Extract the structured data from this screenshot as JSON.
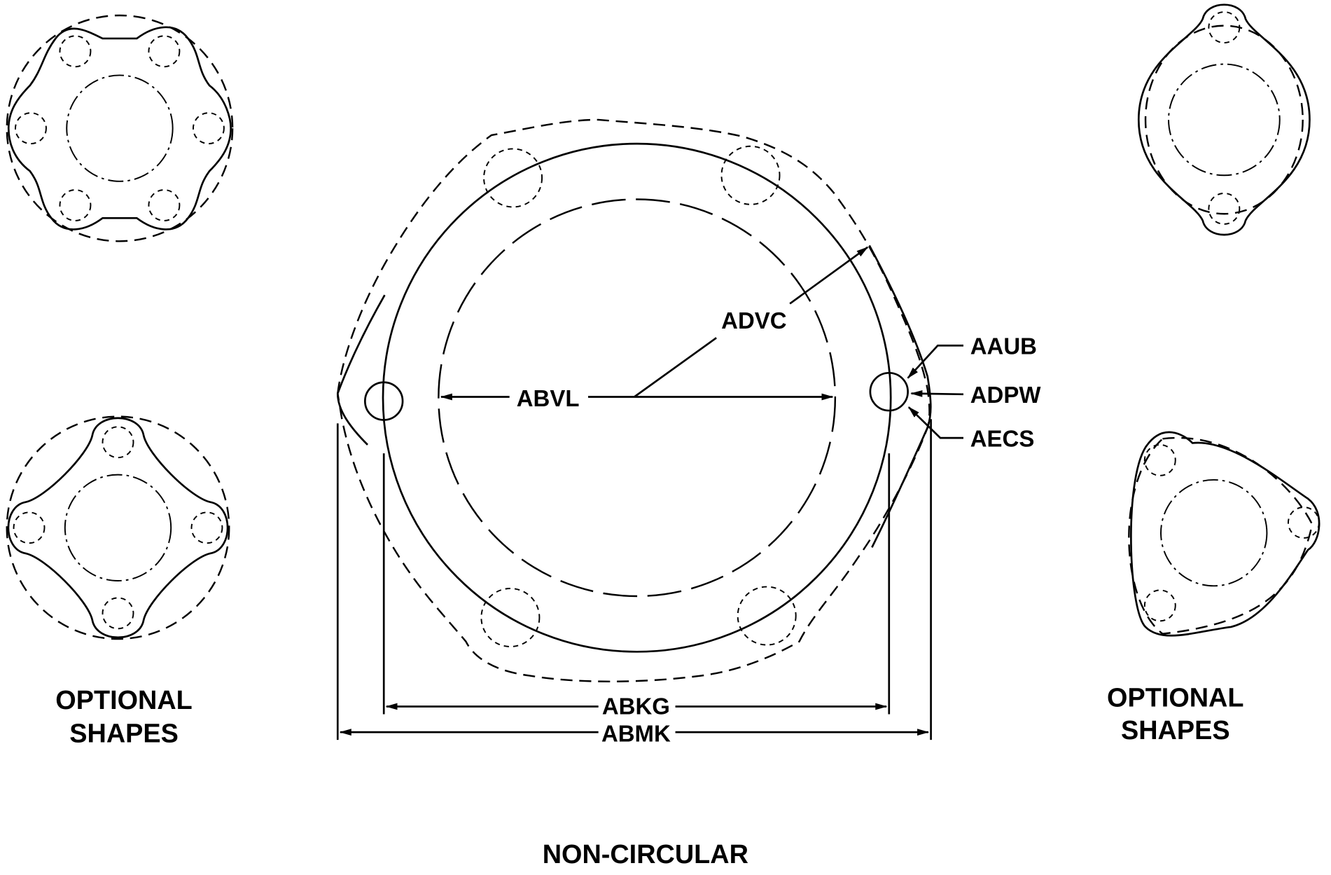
{
  "labels": {
    "advc": "ADVC",
    "abvl": "ABVL",
    "aaub": "AAUB",
    "adpw": "ADPW",
    "aecs": "AECS",
    "abkg": "ABKG",
    "abmk": "ABMK"
  },
  "left_caption": {
    "line1": "OPTIONAL",
    "line2": "SHAPES"
  },
  "right_caption": {
    "line1": "OPTIONAL",
    "line2": "SHAPES"
  },
  "title": "NON-CIRCULAR"
}
